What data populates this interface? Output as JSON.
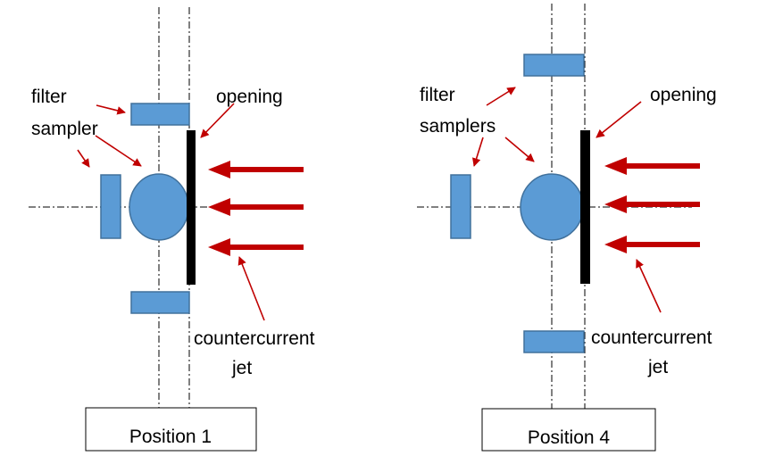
{
  "colors": {
    "sampler_fill": "#5b9bd5",
    "sampler_stroke": "#41719c",
    "arrow_red": "#c00000",
    "wall": "#000000",
    "centerline": "#000000"
  },
  "panels": [
    {
      "position_label": "Position 1",
      "sampler_label_line1": "filter",
      "sampler_label_line2": "sampler",
      "opening_label": "opening",
      "jet_label_line1": "countercurrent",
      "jet_label_line2": "jet"
    },
    {
      "position_label": "Position 4",
      "sampler_label_line1": "filter",
      "sampler_label_line2": "samplers",
      "opening_label": "opening",
      "jet_label_line1": "countercurrent",
      "jet_label_line2": "jet"
    }
  ]
}
